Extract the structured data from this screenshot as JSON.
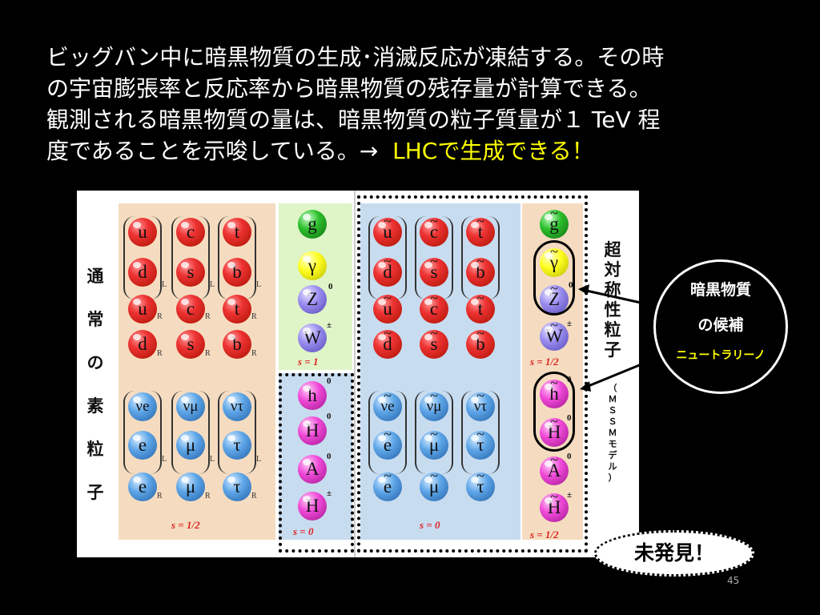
{
  "slide": {
    "line1": "ビッグバン中に暗黒物質の生成･消滅反応が凍結する。その時",
    "line2": "の宇宙膨張率と反応率から暗黒物質の残存量が計算できる。",
    "line3": "観測される暗黒物質の量は、暗黒物質の粒子質量が１ TeV 程",
    "line4a": "度であることを示唆している。→",
    "line4b": "LHCで生成できる！",
    "page_number": "45"
  },
  "figure": {
    "left_label": "通常の素粒子",
    "right_label": "超対称性粒子",
    "right_sublabel": "（ＭＳＳＭモデル）",
    "spin_half": "s = 1/2",
    "spin_one": "s = 1",
    "spin_zero": "s = 0",
    "quarks": [
      "u",
      "c",
      "t",
      "d",
      "s",
      "b",
      "u",
      "c",
      "t",
      "d",
      "s",
      "b"
    ],
    "leptons": [
      "νe",
      "νμ",
      "ντ",
      "e",
      "μ",
      "τ",
      "e",
      "μ",
      "τ"
    ],
    "gauge": [
      "g",
      "γ",
      "Z",
      "W"
    ],
    "higgs": [
      "h",
      "H",
      "A",
      "H"
    ],
    "sub_L": "L",
    "sub_R": "R",
    "sup_0": "0",
    "sup_pm": "±",
    "colors": {
      "quark": "#e33333",
      "lepton": "#5ea6e8",
      "gluon": "#2cbf2c",
      "photon": "#ffff22",
      "zw": "#9a8ef0",
      "higgs": "#f04ad8",
      "bg_peach": "#f5dcc0",
      "bg_green": "#dff5c8",
      "bg_blue": "#c8dcf0"
    }
  },
  "callout": {
    "line1": "暗黒物質",
    "line2": "の候補",
    "line3": "ニュートラリーノ",
    "undiscovered": "未発見！"
  }
}
